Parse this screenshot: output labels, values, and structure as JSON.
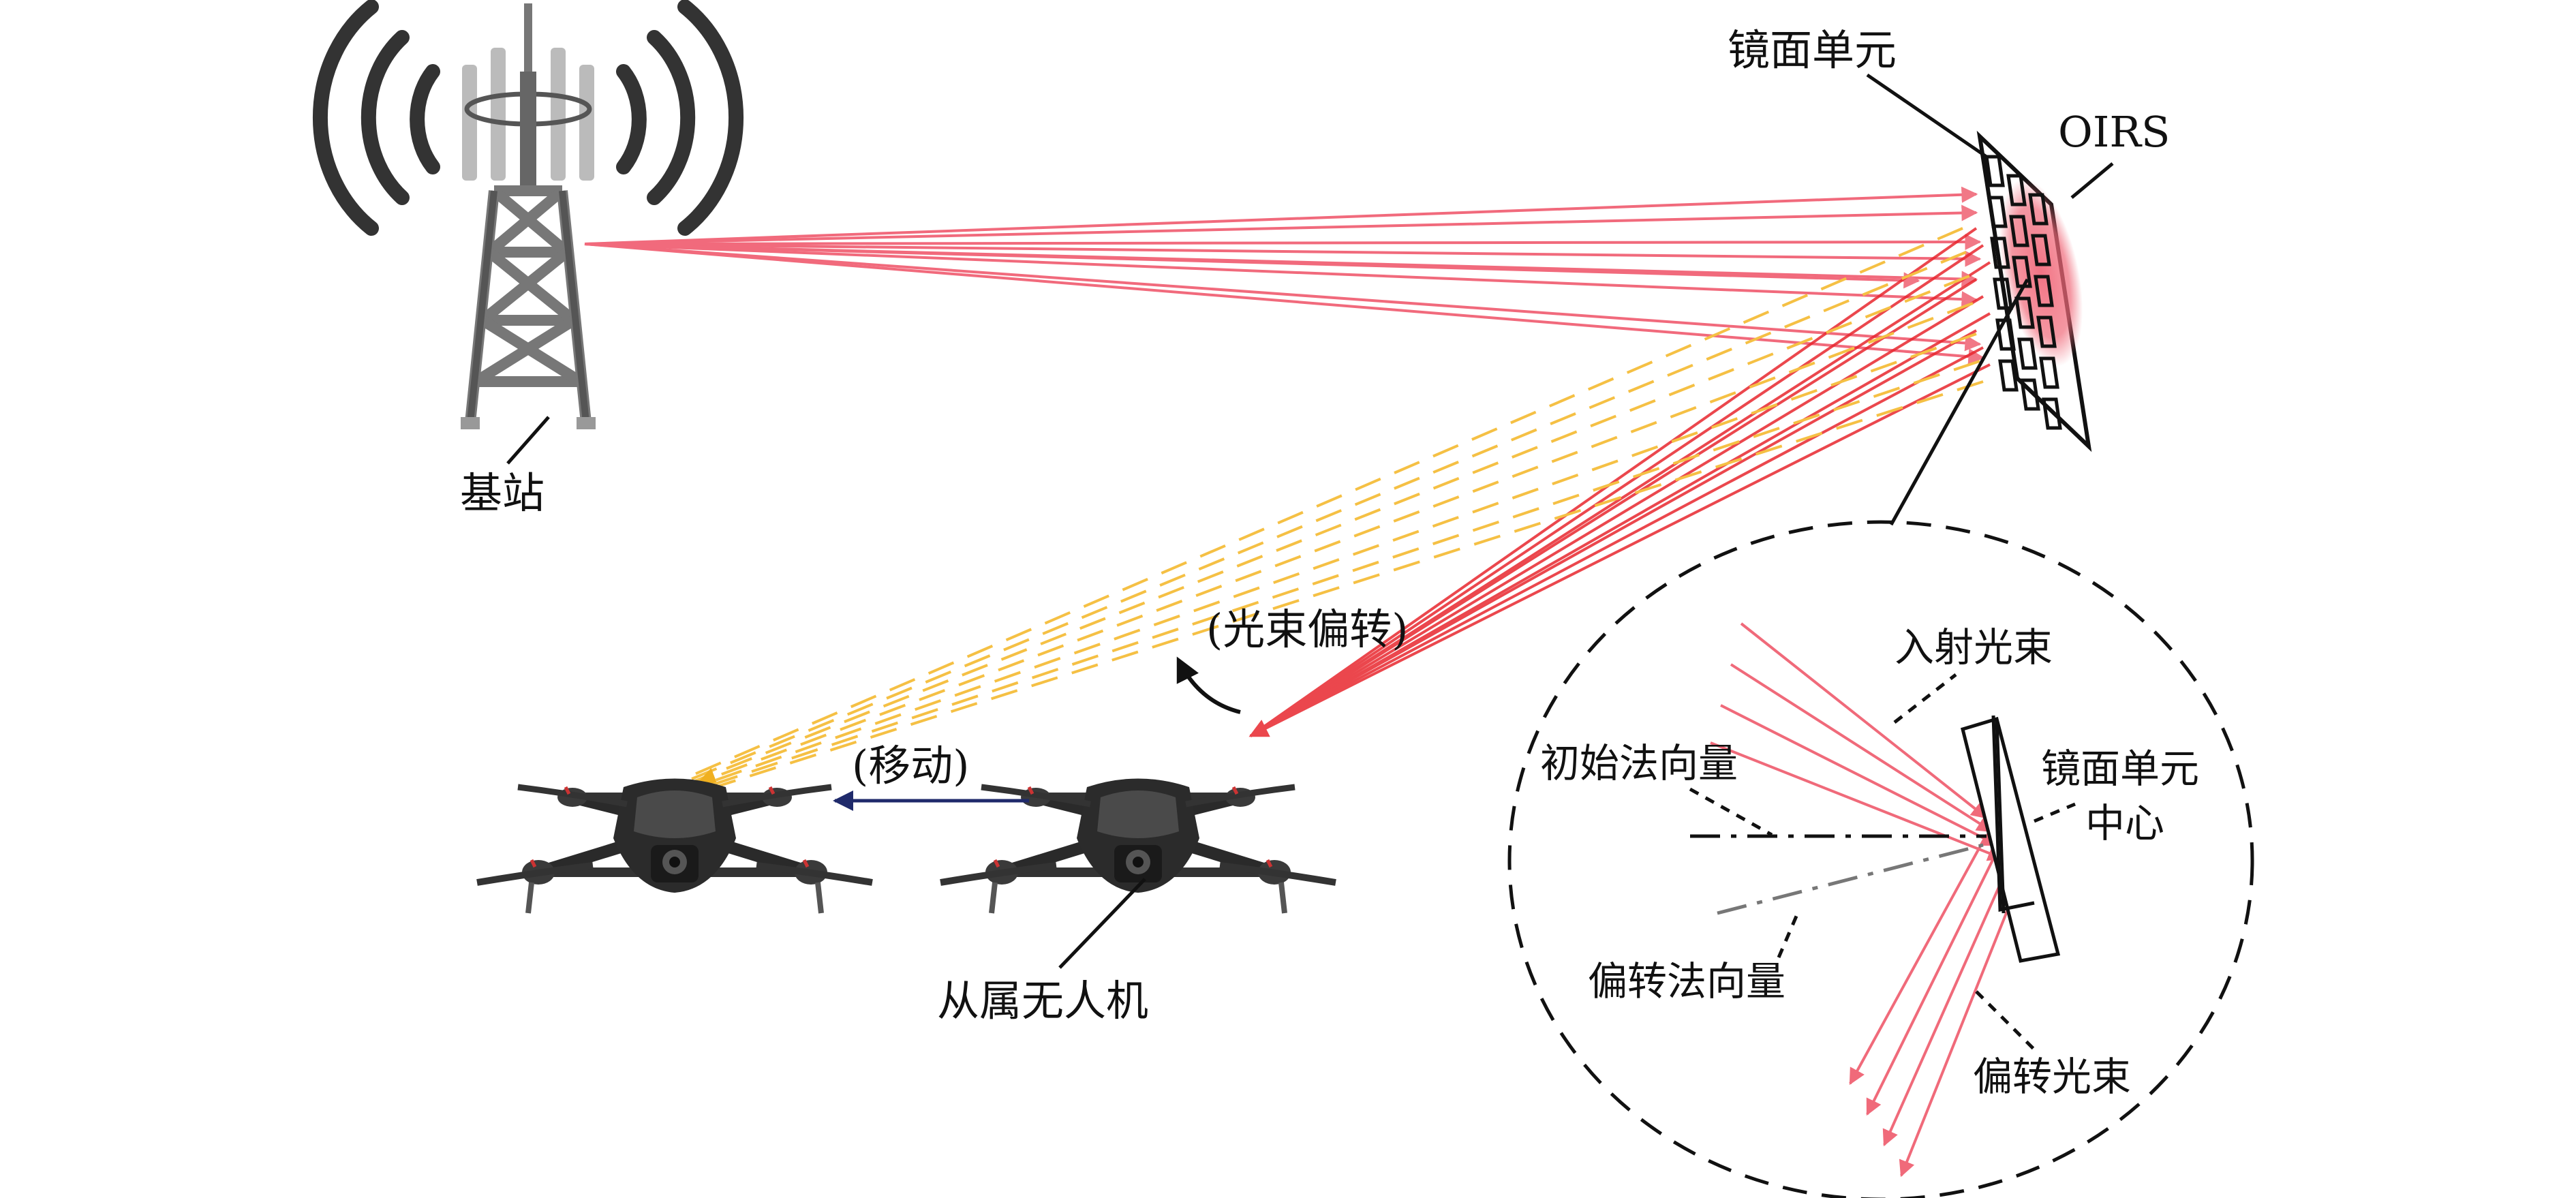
{
  "labels": {
    "base_station": "基站",
    "mirror_unit": "镜面单元",
    "oirs": "OIRS",
    "beam_deflection": "(光束偏转)",
    "move": "(移动)",
    "slave_uav": "从属无人机",
    "incident_beam": "入射光束",
    "initial_normal": "初始法向量",
    "mirror_unit_center_1": "镜面单元",
    "mirror_unit_center_2": "中心",
    "deflected_normal": "偏转法向量",
    "deflected_beam": "偏转光束"
  },
  "icons": {
    "tower": "cell-tower-icon",
    "drone": "drone-icon",
    "signal": "signal-waves-icon"
  },
  "colors": {
    "incident_beam": "#f05a6e",
    "reflected_beam": "#e8272f",
    "deflected_beam": "#f5c044",
    "move_arrow": "#1f2a6b",
    "outline": "#111111"
  }
}
